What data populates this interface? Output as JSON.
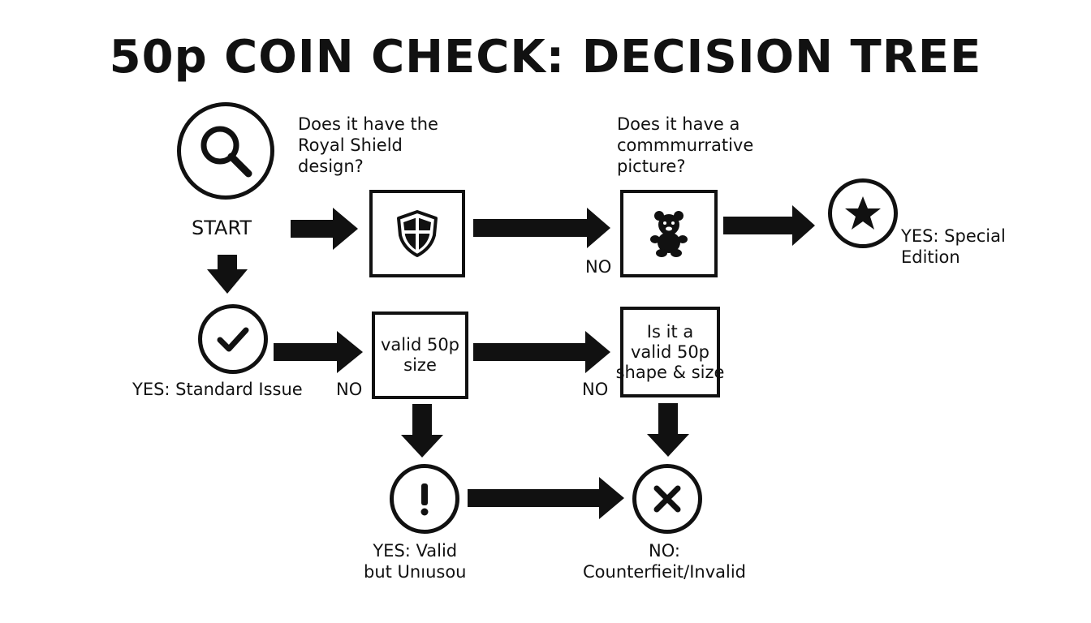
{
  "title": "50p COIN CHECK: DECISION TREE",
  "start": {
    "label": "START",
    "icon": "magnifier-icon"
  },
  "questions": {
    "shield": {
      "lines": [
        "Does it have the",
        "Royal Shield",
        "design?"
      ],
      "icon": "shield-icon"
    },
    "picture": {
      "lines": [
        "Does it have a",
        "commmurrative",
        "picture?"
      ],
      "icon": "teddy-bear-icon"
    },
    "size": {
      "lines": [
        "valid 50p",
        "size"
      ]
    },
    "shape": {
      "lines": [
        "Is it a",
        "valid 50p",
        "shape & size"
      ]
    }
  },
  "branch_labels": {
    "no_picture": "NO",
    "no_size_left": "NO",
    "no_shape_left": "NO"
  },
  "outcomes": {
    "special": {
      "lines": [
        "YES: Special",
        "Edition"
      ],
      "icon": "star-icon"
    },
    "standard": {
      "label": "YES: Standard Issue",
      "icon": "checkmark-icon"
    },
    "unusual": {
      "lines": [
        "YES: Valid",
        "but Unıusou"
      ],
      "icon": "exclamation-icon"
    },
    "invalid": {
      "lines": [
        "NO:",
        "Counterfieit/Invalid"
      ],
      "icon": "cross-icon"
    }
  },
  "colors": {
    "ink": "#111111",
    "background": "#ffffff"
  }
}
